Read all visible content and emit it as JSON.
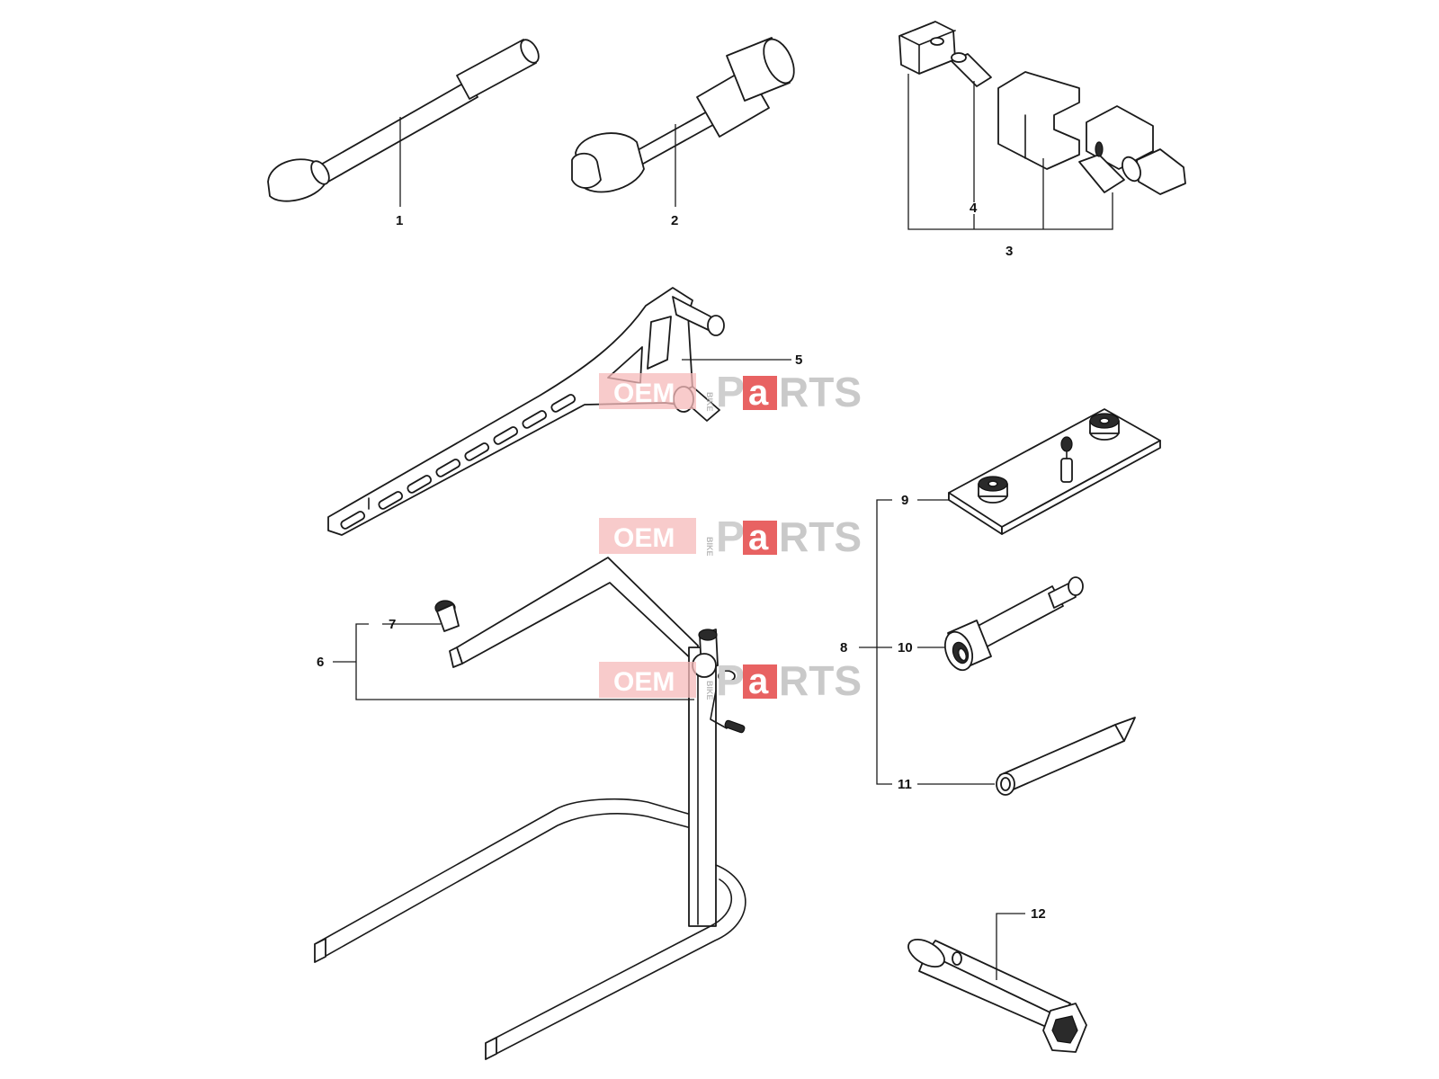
{
  "callouts": {
    "c1": "1",
    "c2": "2",
    "c3": "3",
    "c4": "4",
    "c5": "5",
    "c6": "6",
    "c7": "7",
    "c8": "8",
    "c9": "9",
    "c10": "10",
    "c11": "11",
    "c12": "12"
  },
  "watermark": {
    "oem": "OEM",
    "bike": "BIKE",
    "p": "P",
    "a": "a",
    "rts": "RTS",
    "colors": {
      "oem_box": "#f6b9b9",
      "a_box": "#e23b3b",
      "grey": "#c9c9c9"
    }
  }
}
